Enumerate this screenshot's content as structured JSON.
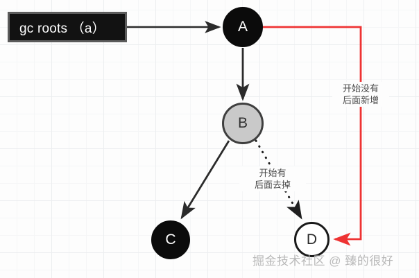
{
  "diagram": {
    "title_box": {
      "label": "gc roots （a）"
    },
    "nodes": [
      {
        "id": "A",
        "label": "A",
        "style": "filled-black"
      },
      {
        "id": "B",
        "label": "B",
        "style": "filled-gray"
      },
      {
        "id": "C",
        "label": "C",
        "style": "filled-black"
      },
      {
        "id": "D",
        "label": "D",
        "style": "outline-white"
      }
    ],
    "edge_labels": {
      "red_edge": "开始没有\n后面新增",
      "red_edge_line1": "开始没有",
      "red_edge_line2": "后面新增",
      "dotted_edge": "开始有\n后面去掉",
      "dotted_edge_line1": "开始有",
      "dotted_edge_line2": "后面去掉"
    },
    "watermark": "掘金技术社区 @ 臻的很好",
    "colors": {
      "red_edge": "#ee3333",
      "node_black": "#0b0b0b",
      "node_gray": "#c9c9c9",
      "edge_black": "#2b2b2b",
      "grid": "#eceef0"
    }
  }
}
